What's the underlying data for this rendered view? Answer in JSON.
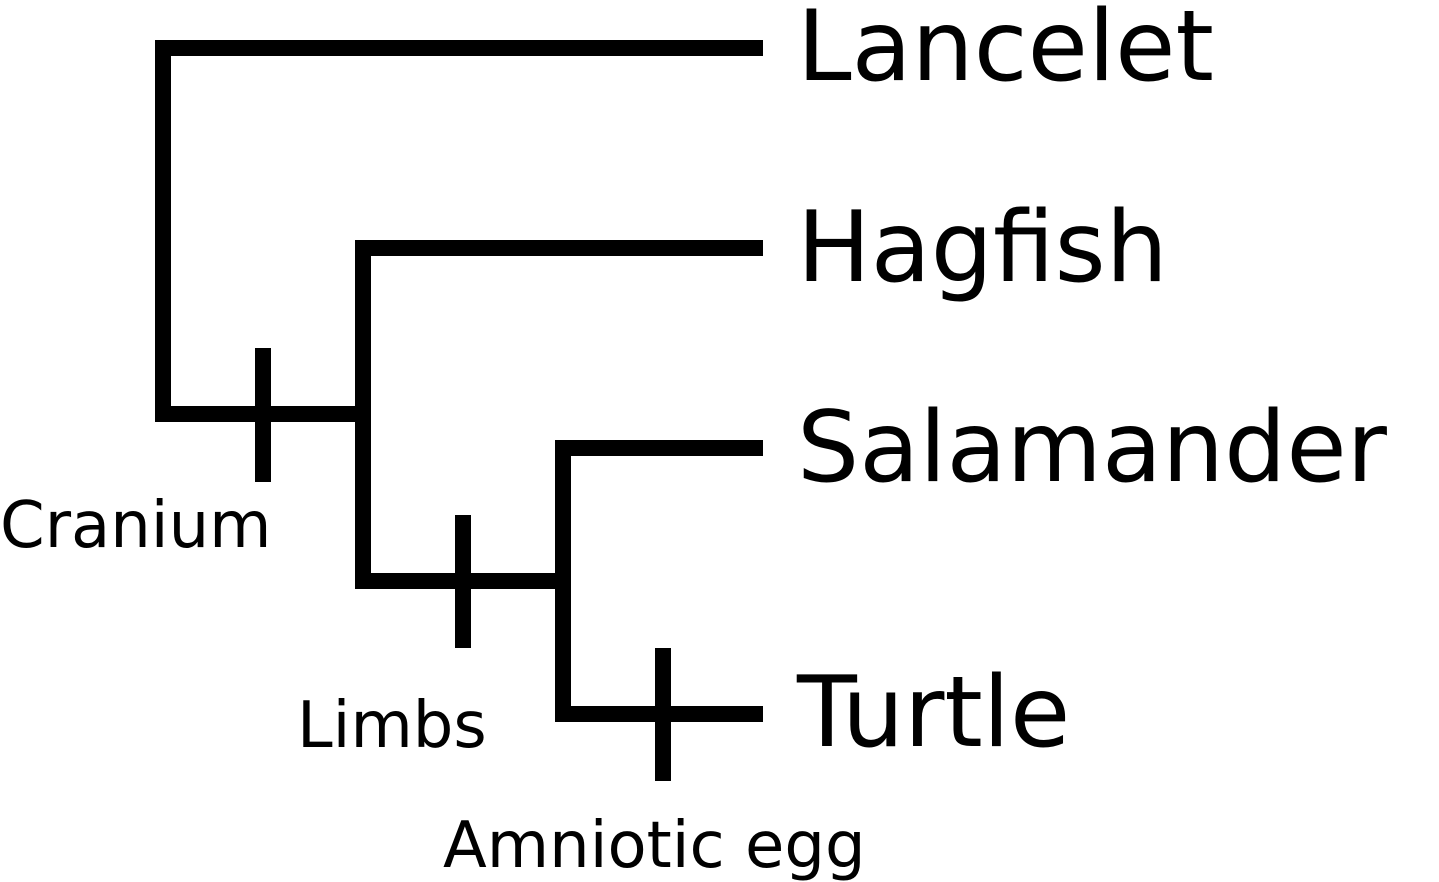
{
  "diagram": {
    "taxa": [
      {
        "id": "lancelet",
        "label": "Lancelet"
      },
      {
        "id": "hagfish",
        "label": "Hagfish"
      },
      {
        "id": "salamander",
        "label": "Salamander"
      },
      {
        "id": "turtle",
        "label": "Turtle"
      }
    ],
    "traits": [
      {
        "id": "cranium",
        "label": "Cranium"
      },
      {
        "id": "limbs",
        "label": "Limbs"
      },
      {
        "id": "amniotic-egg",
        "label": "Amniotic egg"
      }
    ],
    "line_color": "#000000",
    "background": "#ffffff"
  }
}
